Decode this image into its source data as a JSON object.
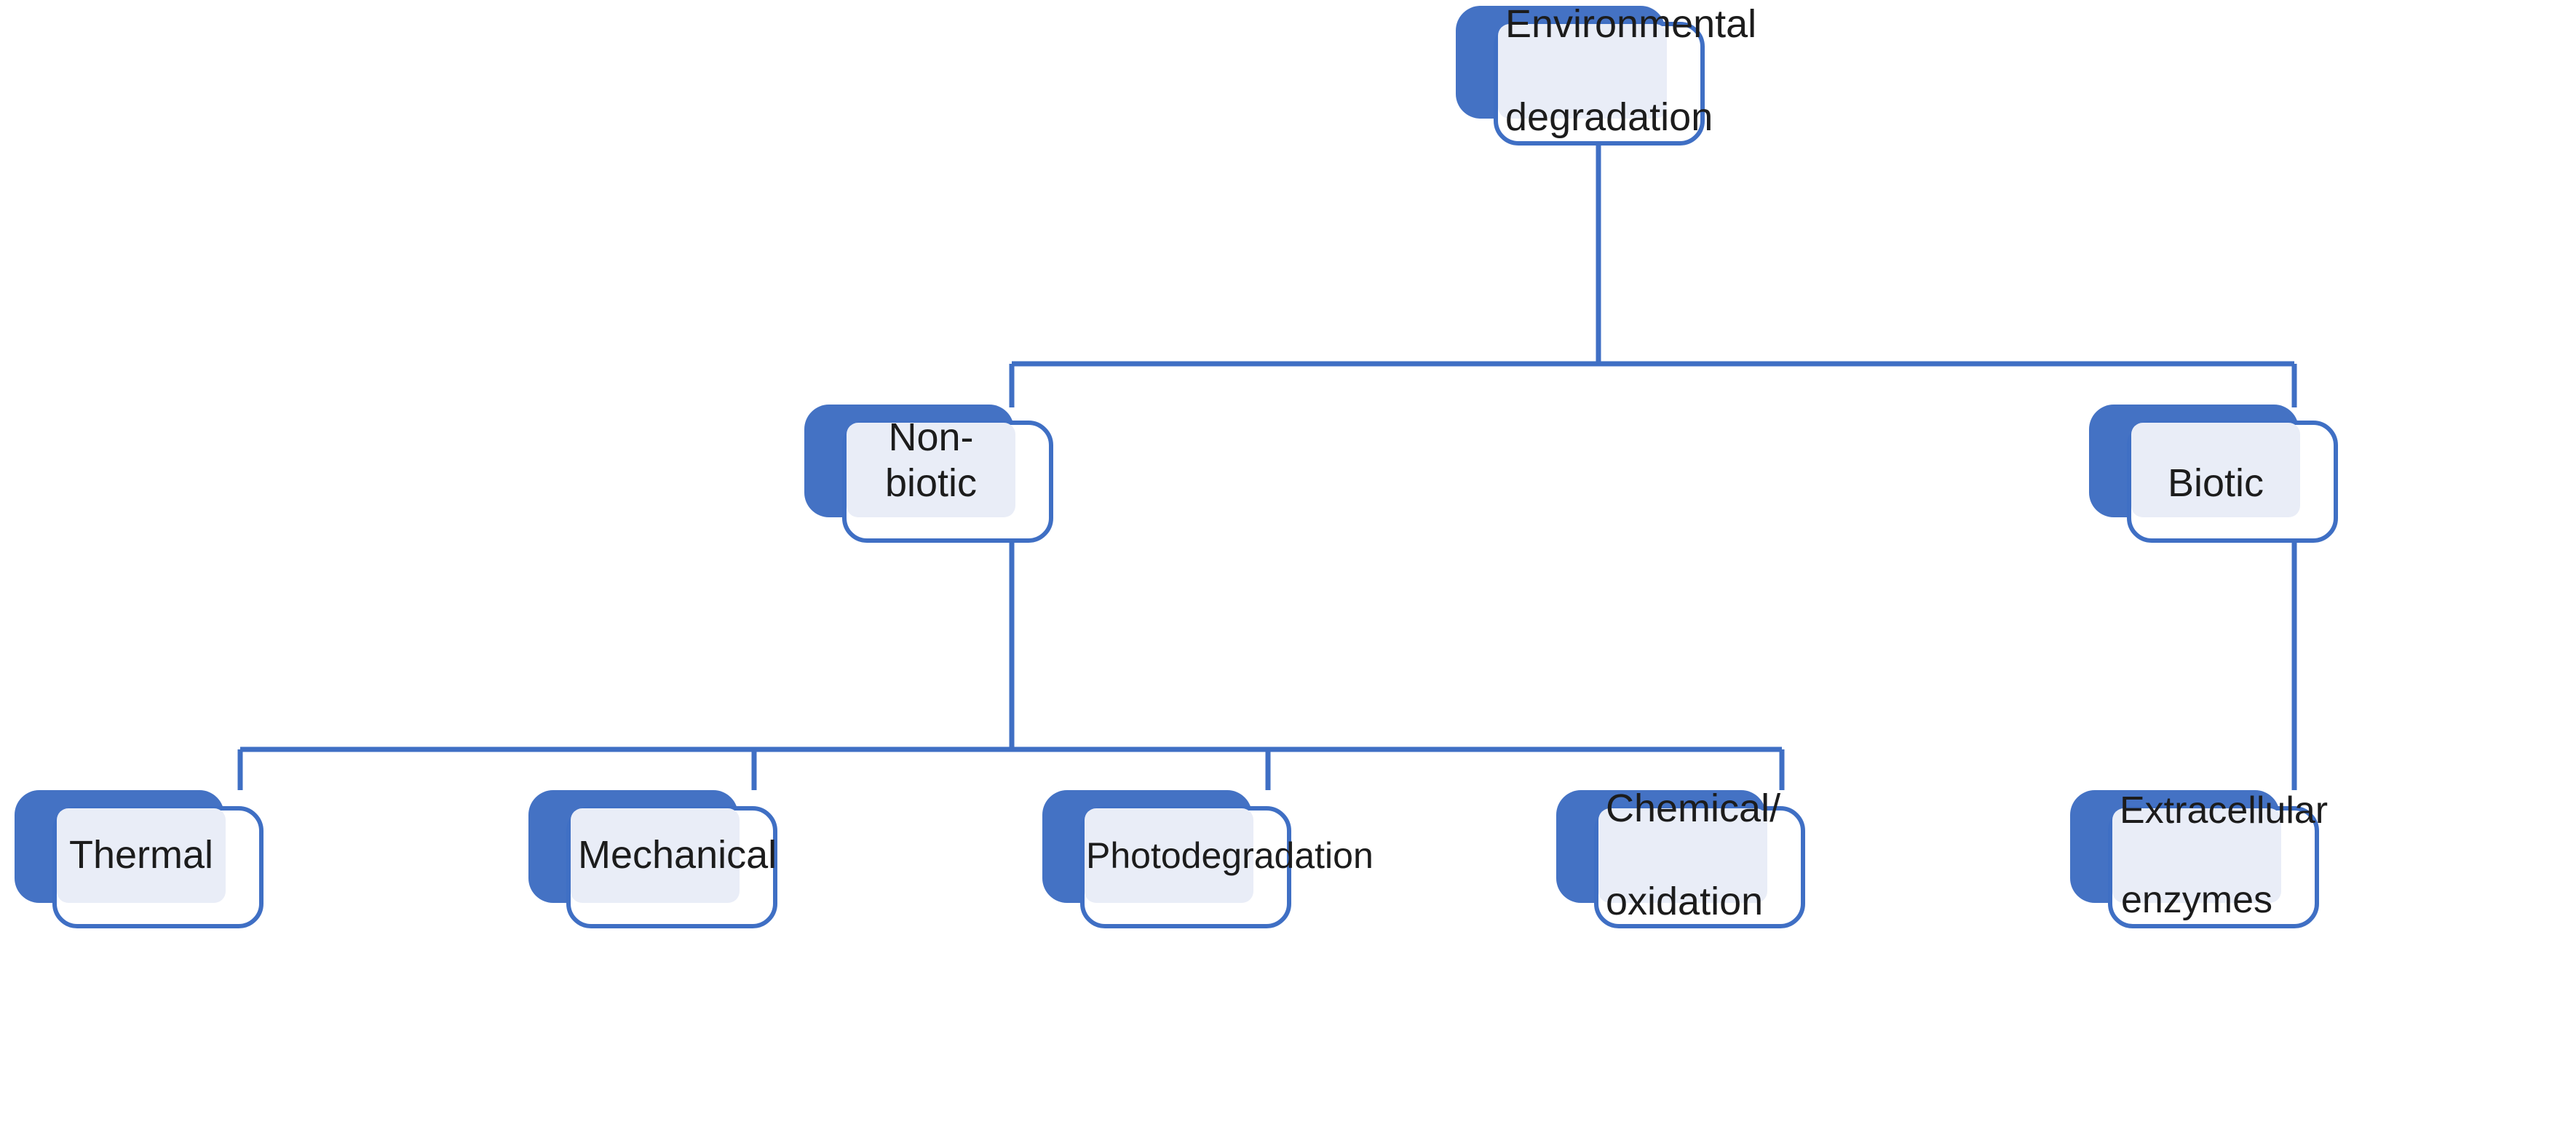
{
  "diagram": {
    "title": "Environmental degradation pathways",
    "type": "hierarchy-tree",
    "colors": {
      "box_blue": "#4472C4",
      "border_blue": "#3F6FC4",
      "plate_fill": "#E9EDF7",
      "connector": "#3F6FC4",
      "text": "#1c1c1c",
      "background": "#ffffff"
    },
    "levels": 3,
    "nodes": [
      {
        "id": "root",
        "label": "Environmental degradation",
        "lines": [
          "Environmental",
          "degradation"
        ],
        "level": 1,
        "parent": null,
        "font_size": 54
      },
      {
        "id": "non-biotic",
        "label": "Non-biotic",
        "lines": [
          "Non-biotic"
        ],
        "level": 2,
        "parent": "root",
        "font_size": 54
      },
      {
        "id": "biotic",
        "label": "Biotic",
        "lines": [
          "Biotic"
        ],
        "level": 2,
        "parent": "root",
        "font_size": 54
      },
      {
        "id": "thermal",
        "label": "Thermal",
        "lines": [
          "Thermal"
        ],
        "level": 3,
        "parent": "non-biotic",
        "font_size": 54
      },
      {
        "id": "mechanical",
        "label": "Mechanical",
        "lines": [
          "Mechanical"
        ],
        "level": 3,
        "parent": "non-biotic",
        "font_size": 54
      },
      {
        "id": "photodegradation",
        "label": "Photodegradation",
        "lines": [
          "Photodegradation"
        ],
        "level": 3,
        "parent": "non-biotic",
        "font_size": 54
      },
      {
        "id": "chemical-oxidation",
        "label": "Chemical/ oxidation",
        "lines": [
          "Chemical/",
          "oxidation"
        ],
        "level": 3,
        "parent": "non-biotic",
        "font_size": 54
      },
      {
        "id": "extracellular-enzymes",
        "label": "Extracellular enzymes",
        "lines": [
          "Extracellular",
          "enzymes"
        ],
        "level": 3,
        "parent": "biotic",
        "font_size": 54
      }
    ],
    "edges": [
      {
        "from": "root",
        "to": "non-biotic"
      },
      {
        "from": "root",
        "to": "biotic"
      },
      {
        "from": "non-biotic",
        "to": "thermal"
      },
      {
        "from": "non-biotic",
        "to": "mechanical"
      },
      {
        "from": "non-biotic",
        "to": "photodegradation"
      },
      {
        "from": "non-biotic",
        "to": "chemical-oxidation"
      },
      {
        "from": "biotic",
        "to": "extracellular-enzymes"
      }
    ]
  }
}
